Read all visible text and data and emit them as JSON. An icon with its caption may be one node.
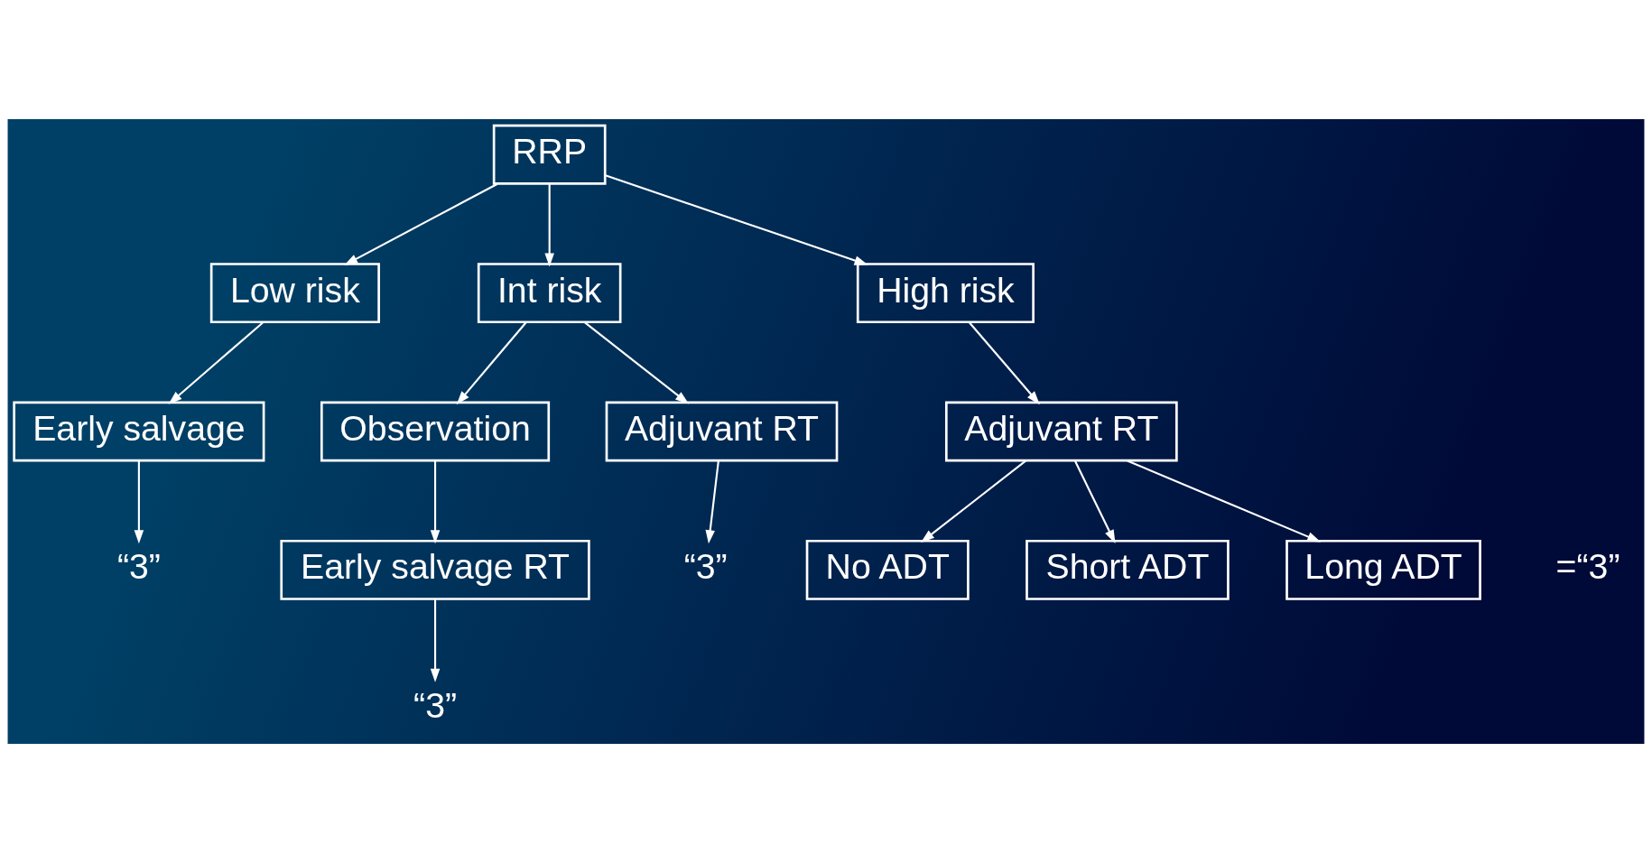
{
  "diagram": {
    "nodes": [
      {
        "text": [
          "RRP"
        ]
      },
      {
        "text": [
          "Low risk"
        ]
      },
      {
        "text": [
          "Int risk"
        ]
      },
      {
        "text": [
          "High risk"
        ]
      },
      {
        "text": [
          "Early salvage"
        ]
      },
      {
        "text": [
          "Observation"
        ]
      },
      {
        "text": [
          "Adjuvant RT"
        ]
      },
      {
        "text": [
          "Adjuvant RT"
        ]
      },
      {
        "text": [
          "“3”"
        ]
      },
      {
        "text": [
          "Early salvage RT"
        ]
      },
      {
        "text": [
          "“3”"
        ]
      },
      {
        "text": [
          "No ADT"
        ]
      },
      {
        "text": [
          "Short ADT"
        ]
      },
      {
        "text": [
          "Long ADT"
        ],
        "beside": [
          "=“3”"
        ]
      },
      {
        "text": [
          "“3”"
        ]
      }
    ],
    "edges": [
      {
        "from": 0,
        "to": 1,
        "arrow": "to"
      },
      {
        "from": 0,
        "to": 2,
        "arrow": "to"
      },
      {
        "from": 0,
        "to": 3,
        "arrow": "to"
      },
      {
        "from": 1,
        "to": 4,
        "arrow": "to"
      },
      {
        "from": 2,
        "to": 5,
        "arrow": "to"
      },
      {
        "from": 2,
        "to": 6,
        "arrow": "to"
      },
      {
        "from": 3,
        "to": 7,
        "arrow": "to"
      },
      {
        "from": 4,
        "to": 8,
        "arrow": "to"
      },
      {
        "from": 5,
        "to": 9,
        "arrow": "to"
      },
      {
        "from": 6,
        "to": 10,
        "arrow": "to"
      },
      {
        "from": 9,
        "to": 14,
        "arrow": "to"
      },
      {
        "from": 7,
        "to": 11,
        "arrow": "to"
      },
      {
        "from": 7,
        "to": 12,
        "arrow": "to"
      },
      {
        "from": 7,
        "to": 13,
        "arrow": "to"
      }
    ]
  }
}
